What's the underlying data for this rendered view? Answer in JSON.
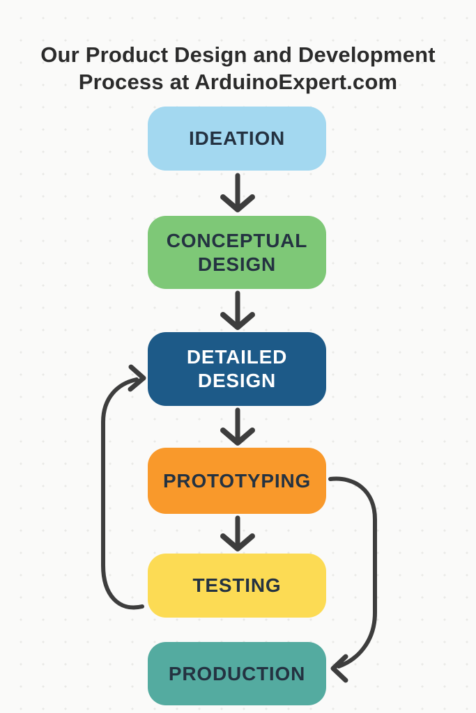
{
  "title": {
    "line1": "Our Product Design and Development",
    "line2": "Process at ArduinoExpert.com"
  },
  "steps": [
    {
      "label": "IDEATION",
      "lines": [
        "IDEATION"
      ],
      "bg": "#a3d8f0",
      "text_color": "#243241"
    },
    {
      "label": "CONCEPTUAL DESIGN",
      "lines": [
        "CONCEPTUAL",
        "DESIGN"
      ],
      "bg": "#7ec877",
      "text_color": "#243241"
    },
    {
      "label": "DETAILED DESIGN",
      "lines": [
        "DETAILED",
        "DESIGN"
      ],
      "bg": "#1d5a88",
      "text_color": "#ffffff"
    },
    {
      "label": "PROTOTYPING",
      "lines": [
        "PROTOTYPING"
      ],
      "bg": "#f9992b",
      "text_color": "#243241"
    },
    {
      "label": "TESTING",
      "lines": [
        "TESTING"
      ],
      "bg": "#fcdb54",
      "text_color": "#243241"
    },
    {
      "label": "PRODUCTION",
      "lines": [
        "PRODUCTION"
      ],
      "bg": "#54aba0",
      "text_color": "#243241"
    }
  ],
  "connections": [
    {
      "from": "IDEATION",
      "to": "CONCEPTUAL DESIGN",
      "type": "straight-down"
    },
    {
      "from": "CONCEPTUAL DESIGN",
      "to": "DETAILED DESIGN",
      "type": "straight-down"
    },
    {
      "from": "DETAILED DESIGN",
      "to": "PROTOTYPING",
      "type": "straight-down"
    },
    {
      "from": "PROTOTYPING",
      "to": "TESTING",
      "type": "straight-down"
    },
    {
      "from": "TESTING",
      "to": "DETAILED DESIGN",
      "type": "curved-feedback-left"
    },
    {
      "from": "PROTOTYPING",
      "to": "PRODUCTION",
      "type": "curved-skip-right"
    }
  ],
  "colors": {
    "background": "#fafaf9",
    "dot_grid": "#e9e9e7",
    "arrow": "#3d3d3d",
    "title_text": "#2b2b2b"
  }
}
